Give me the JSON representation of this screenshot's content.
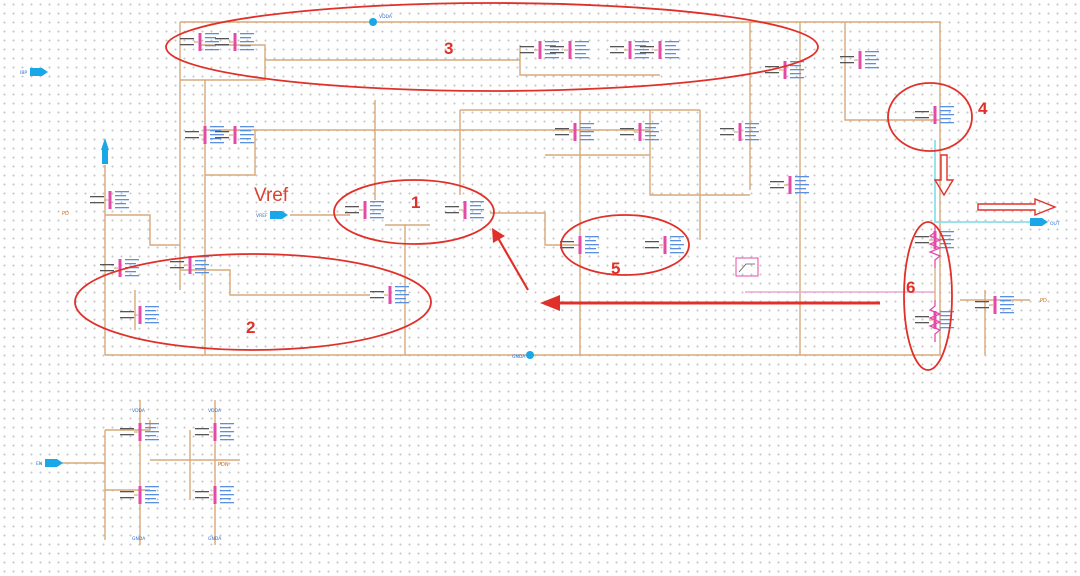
{
  "labels": {
    "vref": "Vref",
    "regions": [
      "1",
      "2",
      "3",
      "4",
      "5",
      "6"
    ]
  },
  "pins": {
    "vdda_top": "VDDA",
    "gnda_bottom": "GNDA",
    "left_top": "IBP",
    "left_bottom": "EN",
    "vref_pin": "VREF",
    "out_pin": "OUT",
    "pd_left": "PD",
    "pd_right": "PD",
    "pdn": "PDN",
    "vdda_b1": "VDDA",
    "vdda_b2": "VDDA",
    "gnda_b1": "GNDA",
    "gnda_b2": "GNDA"
  },
  "colors": {
    "annotation_red": "#e0302a",
    "wire": "#d7a97c",
    "device_pink": "#e64aa8",
    "label_blue": "#2f6fd0",
    "pin_blue": "#1aa7e8",
    "feedback_pink": "#e8a8d6",
    "output_cyan": "#8fe0ea"
  }
}
